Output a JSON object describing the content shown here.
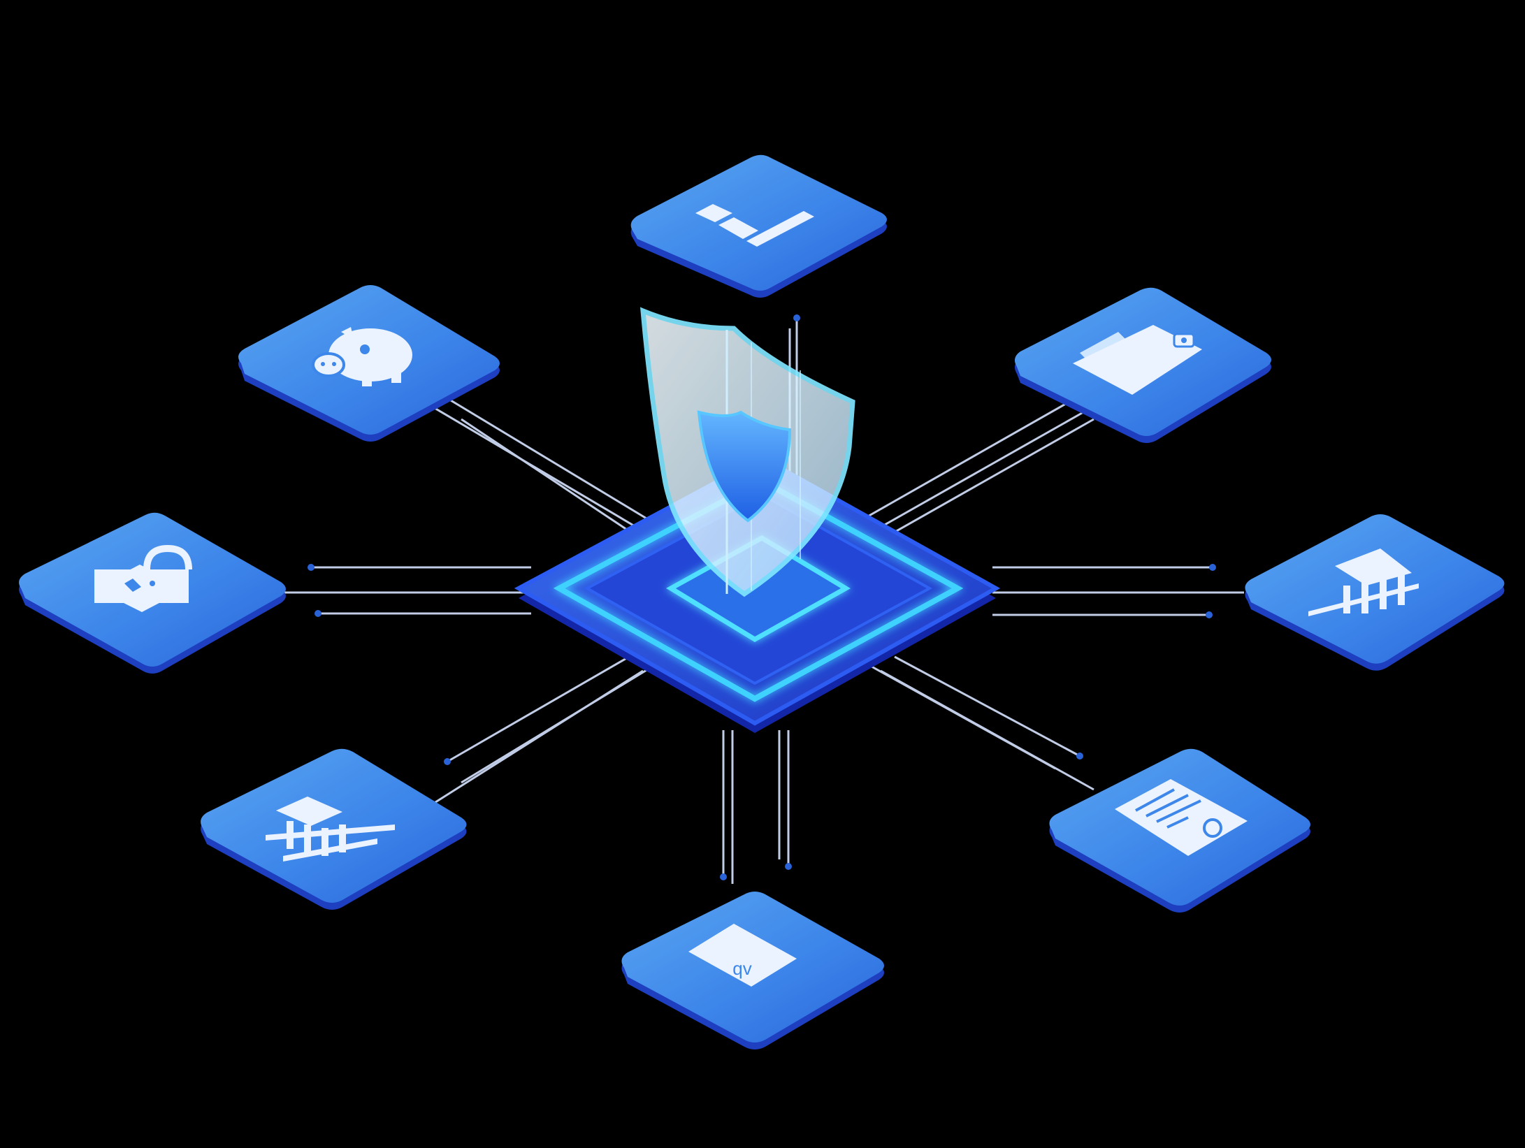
{
  "diagram": {
    "background": "#000000",
    "colors": {
      "tile_top_light": "#4d98ec",
      "tile_top_dark": "#2c6fe0",
      "tile_edge": "#1e46c4",
      "glyph": "#eaf3ff",
      "hub_outer": "#2a4fe0",
      "hub_inner": "#1d3bc9",
      "hub_glow": "#3fd2ff",
      "shield_glass": "#d8f4ff",
      "shield_core": "#2b7ff0",
      "connector": "#cfe0ff"
    },
    "hub": {
      "icon": "security-shield-icon"
    },
    "nodes": [
      {
        "id": "top",
        "icon": "bar-chart-icon"
      },
      {
        "id": "upper-left",
        "icon": "piggy-bank-icon"
      },
      {
        "id": "upper-right",
        "icon": "wallet-icon"
      },
      {
        "id": "left",
        "icon": "padlock-icon"
      },
      {
        "id": "right",
        "icon": "bank-building-icon"
      },
      {
        "id": "lower-left",
        "icon": "bank-building-icon"
      },
      {
        "id": "lower-right",
        "icon": "certificate-document-icon"
      },
      {
        "id": "bottom",
        "icon": "check-card-icon",
        "card_text": "qv"
      }
    ]
  }
}
